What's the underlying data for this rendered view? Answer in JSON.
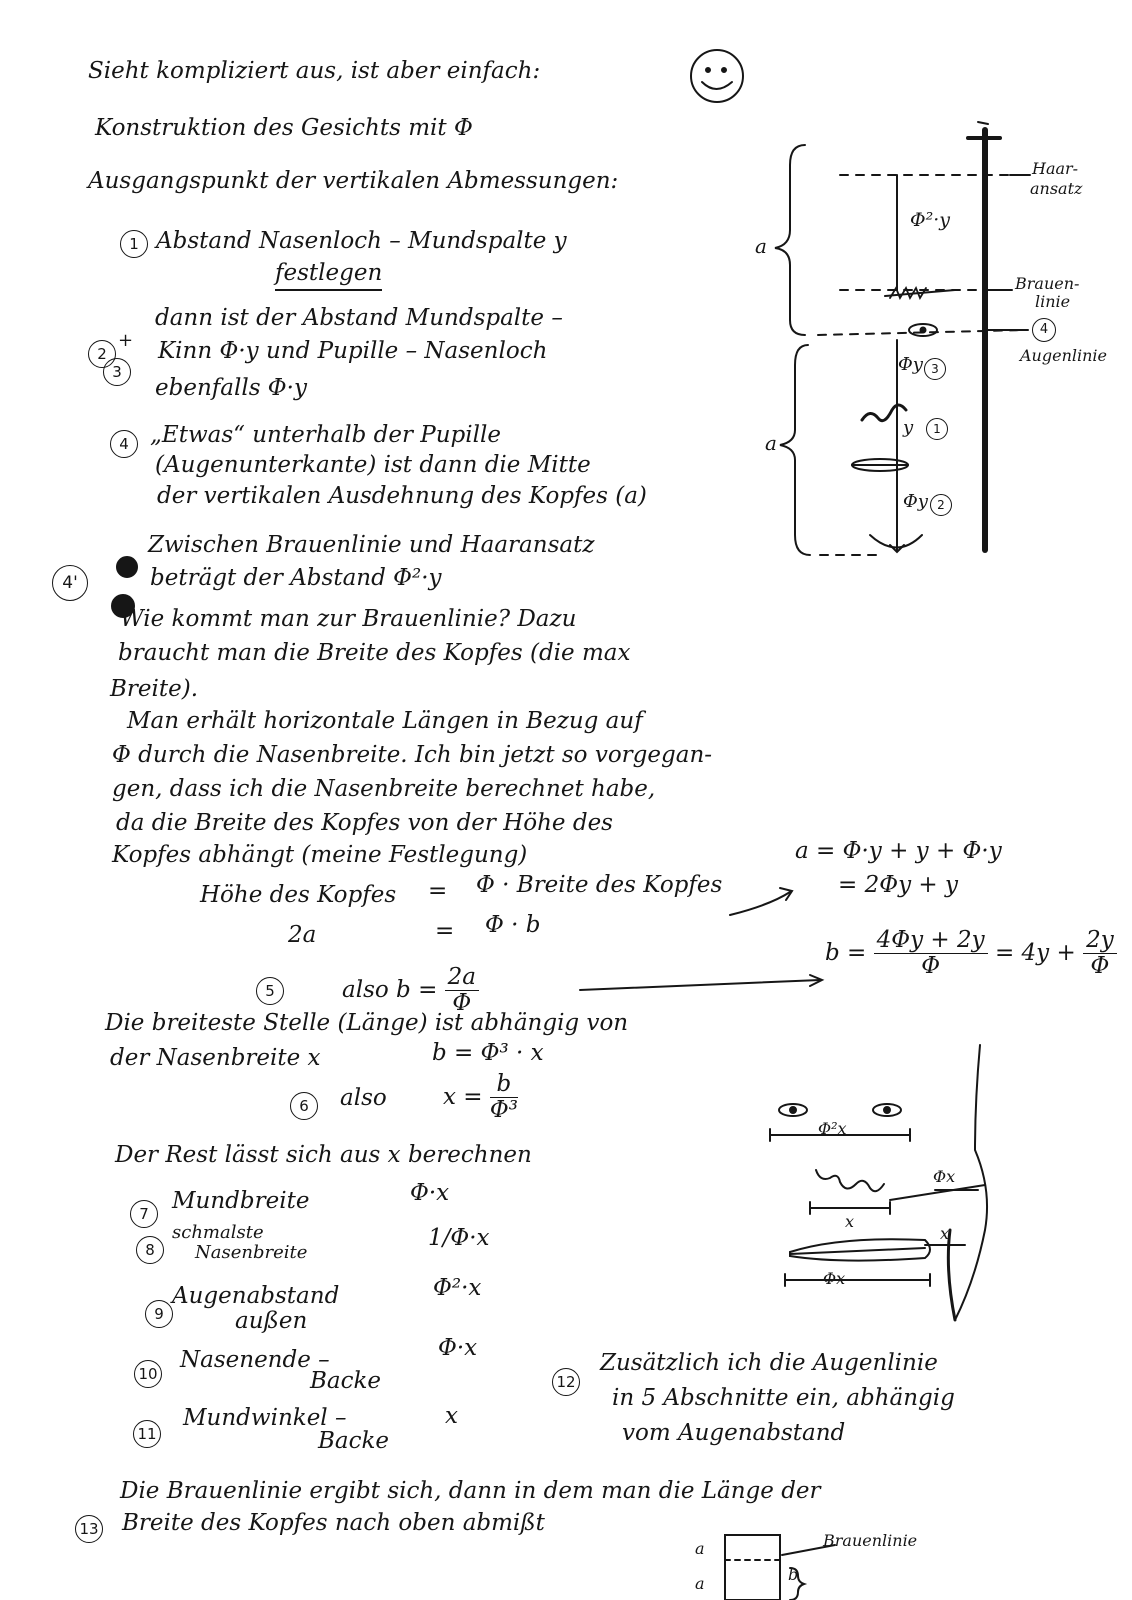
{
  "intro": {
    "line1": "Sieht kompliziert aus, ist aber einfach:",
    "smiley_icon": "smiley-face",
    "line2": "Konstruktion des Gesichts mit Φ",
    "line3": "Ausgangspunkt der vertikalen Abmessungen:"
  },
  "steps": {
    "s1_num": "1",
    "s1_text": "Abstand Nasenloch – Mundspalte  y",
    "s1_under": "festlegen",
    "s23_line1": "dann ist der Abstand Mundspalte –",
    "s23_num_a": "2",
    "s23_plus": "+",
    "s23_num_b": "3",
    "s23_line2": "Kinn  Φ·y   und   Pupille – Nasenloch",
    "s23_line3": "ebenfalls Φ·y",
    "s4_num": "4",
    "s4_line1": "„Etwas“ unterhalb der Pupille",
    "s4_line2": "(Augenunterkante) ist dann die Mitte",
    "s4_line3": "der vertikalen Ausdehnung des Kopfes  (a)",
    "s4b_num": "4'",
    "s4b_line1": "Zwischen Brauenlinie und Haaransatz",
    "s4b_line2": "beträgt der Abstand  Φ²·y",
    "q_line1": "Wie kommt man zur Brauenlinie? Dazu",
    "q_line2": "braucht man die Breite des Kopfes (die max",
    "q_line3": "Breite).",
    "p_line1": "Man erhält horizontale Längen in Bezug auf",
    "p_line2": "Φ durch die Nasenbreite. Ich bin jetzt so vorgegan-",
    "p_line3": "gen, dass ich die Nasenbreite berechnet habe,",
    "p_line4": "da die Breite des Kopfes von der Höhe des",
    "p_line5": "Kopfes abhängt  (meine Festlegung)"
  },
  "equations": {
    "e1_left": "Höhe des Kopfes",
    "e1_eq": "=",
    "e1_right": "Φ · Breite des Kopfes",
    "e2_left": "2a",
    "e2_eq": "=",
    "e2_right": "Φ · b",
    "s5_num": "5",
    "e3_text": "also  b =",
    "e3_num": "2a",
    "e3_den": "Φ",
    "a_line1": "a = Φ·y + y + Φ·y",
    "a_line2": "= 2Φy + y",
    "b_prefix": "b =",
    "b_num": "4Φy + 2y",
    "b_den": "Φ",
    "b_mid": "= 4y +",
    "b_num2": "2y",
    "b_den2": "Φ"
  },
  "width": {
    "w_line1": "Die breiteste Stelle (Länge) ist abhängig von",
    "w_line2": "der Nasenbreite  x",
    "w_eq": "b = Φ³ · x",
    "s6_num": "6",
    "s6_text": "also",
    "s6_x": "x =",
    "s6_num_frac": "b",
    "s6_den_frac": "Φ³",
    "rest": "Der Rest lässt sich aus  x  berechnen"
  },
  "list": [
    {
      "num": "7",
      "label": "Mundbreite",
      "value": "Φ·x"
    },
    {
      "num": "8",
      "label": "schmalste",
      "label2": "Nasenbreite",
      "value": "1/Φ·x"
    },
    {
      "num": "9",
      "label": "Augenabstand",
      "label2": "außen",
      "value": "Φ²·x"
    },
    {
      "num": "10",
      "label": "Nasenende –",
      "label2": "Backe",
      "value": "Φ·x"
    },
    {
      "num": "11",
      "label": "Mundwinkel –",
      "label2": "Backe",
      "value": "x"
    }
  ],
  "note12": {
    "num": "12",
    "line1": "Zusätzlich ich die Augenlinie",
    "line2": "in 5 Abschnitte ein, abhängig",
    "line3": "vom Augenabstand"
  },
  "bottom": {
    "line1": "Die Brauenlinie ergibt sich, dann in dem man die Länge der",
    "num": "13",
    "line2": "Breite des Kopfes nach oben abmißt",
    "sketch_a1": "a",
    "sketch_a2": "a",
    "sketch_b": "b",
    "sketch_label": "Brauenlinie"
  },
  "diagram_top": {
    "haar1": "Haar-",
    "haar2": "ansatz",
    "braue1": "Brauen-",
    "braue2": "linie",
    "auge_num": "4",
    "auge": "Augenlinie",
    "a_upper": "a",
    "a_lower": "a",
    "phi2y": "Φ²·y",
    "phiy3": "Φy",
    "phiy3_num": "3",
    "y1": "y",
    "y1_num": "1",
    "phiy2": "Φy",
    "phiy2_num": "2"
  },
  "diagram_face": {
    "eyes": "Φ²x",
    "right": "Φx",
    "mouth": "x",
    "x_right": "x",
    "nose": "Φx"
  }
}
